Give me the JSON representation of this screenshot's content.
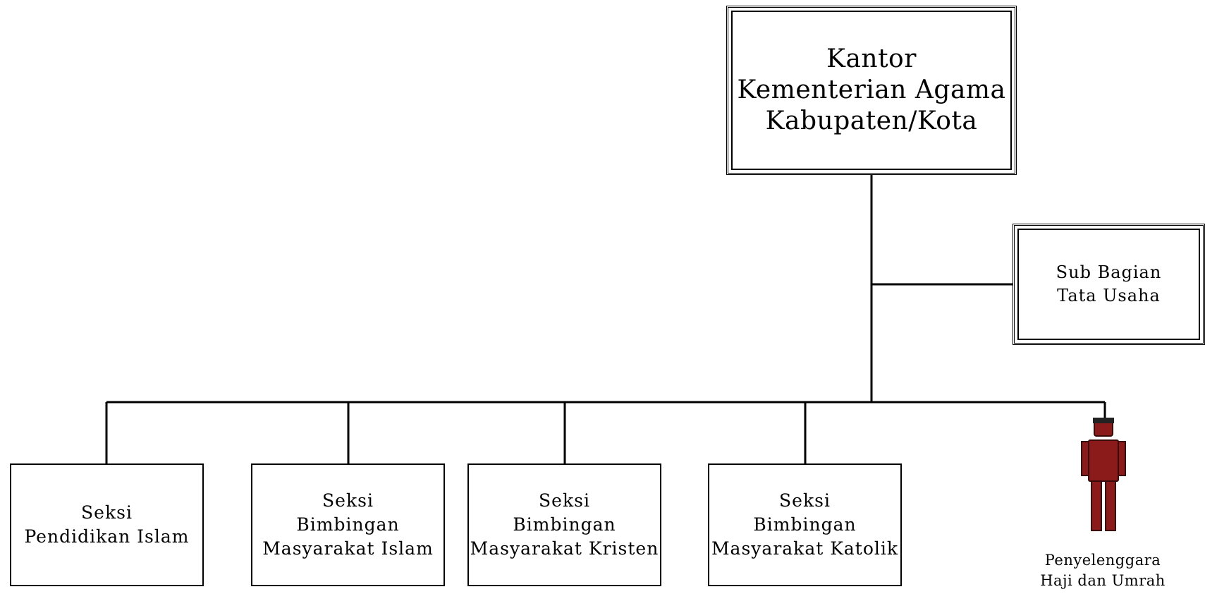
{
  "chart": {
    "head": {
      "lines": [
        "Kantor",
        "Kementerian Agama",
        "Kabupaten/Kota"
      ]
    },
    "staff": {
      "lines": [
        "Sub Bagian",
        "Tata Usaha"
      ]
    },
    "sections": [
      {
        "lines": [
          "Seksi",
          "Pendidikan Islam"
        ]
      },
      {
        "lines": [
          "Seksi",
          "Bimbingan",
          "Masyarakat Islam"
        ]
      },
      {
        "lines": [
          "Seksi",
          "Bimbingan",
          "Masyarakat Kristen"
        ]
      },
      {
        "lines": [
          "Seksi",
          "Bimbingan",
          "Masyarakat Katolik"
        ]
      }
    ],
    "haji": {
      "lines": [
        "Penyelenggara",
        "Haji dan Umrah"
      ],
      "figure_color": "#8b1a1a"
    }
  }
}
